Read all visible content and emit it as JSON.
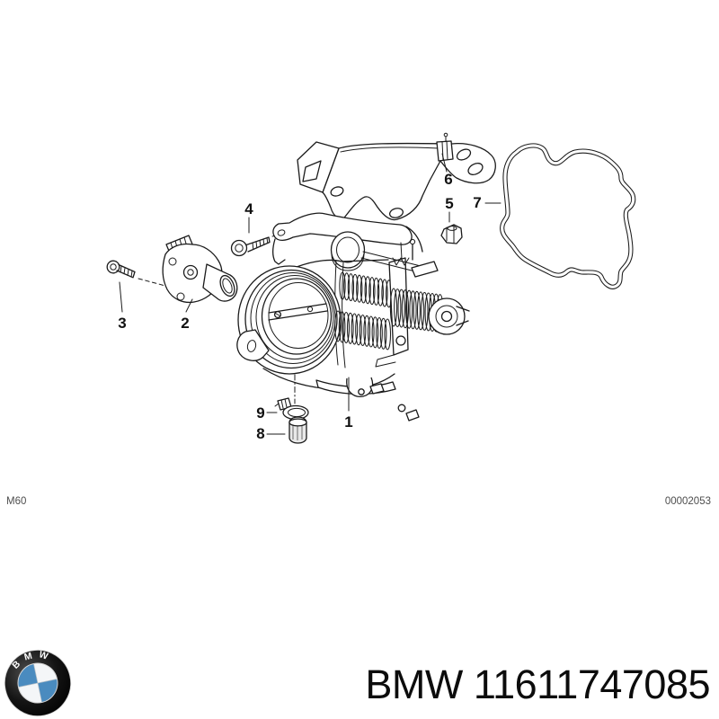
{
  "diagram": {
    "callouts": [
      {
        "label": "1"
      },
      {
        "label": "2"
      },
      {
        "label": "3"
      },
      {
        "label": "4"
      },
      {
        "label": "5"
      },
      {
        "label": "6"
      },
      {
        "label": "7"
      },
      {
        "label": "8"
      },
      {
        "label": "9"
      }
    ],
    "engine_code": "M60",
    "drawing_number": "00002053"
  },
  "footer": {
    "logo_letters": "BMW",
    "part_label": "BMW 11611747085"
  },
  "colors": {
    "line": "#1b1b1b",
    "muted_text": "#4d4d4d",
    "logo_blue": "#4a8bbf"
  }
}
